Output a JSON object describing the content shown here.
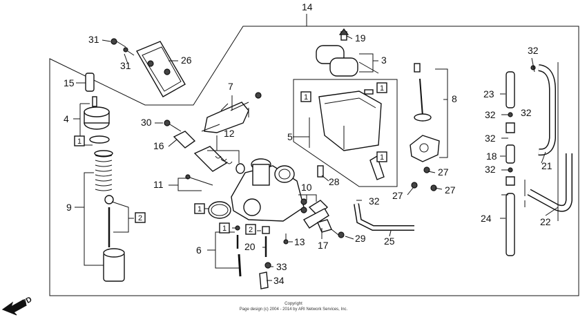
{
  "diagram": {
    "fwd": "FWD",
    "copyright": [
      "Copyright",
      "Page design (c) 2004 - 2014 by ARI Network Services, Inc."
    ],
    "callouts": [
      "14",
      "31",
      "31",
      "26",
      "19",
      "3",
      "15",
      "4",
      "7",
      "1",
      "1",
      "8",
      "23",
      "32",
      "32",
      "32",
      "30",
      "16",
      "12",
      "1",
      "5",
      "1",
      "32",
      "18",
      "21",
      "11",
      "28",
      "27",
      "27",
      "27",
      "32",
      "10",
      "9",
      "2",
      "1",
      "32",
      "24",
      "22",
      "1",
      "2",
      "6",
      "13",
      "20",
      "17",
      "29",
      "25",
      "33",
      "34"
    ]
  }
}
